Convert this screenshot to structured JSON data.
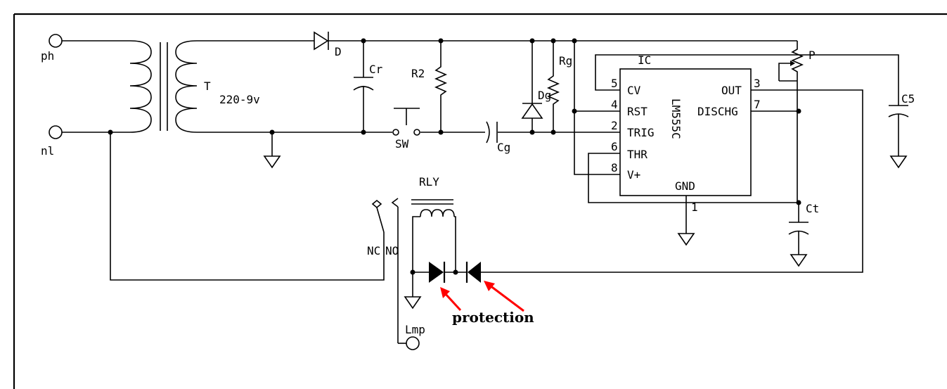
{
  "colors": {
    "wire": "#000000",
    "annotation_arrow": "#ff0000",
    "background": "#ffffff"
  },
  "terminals": {
    "phase": "ph",
    "neutral": "nl",
    "lamp": "Lmp"
  },
  "transformer": {
    "ref": "T",
    "rating": "220-9v"
  },
  "diode_d": {
    "ref": "D"
  },
  "capacitors": {
    "cr": "Cr",
    "cg": "Cg",
    "ct": "Ct",
    "c5": "C5"
  },
  "resistors": {
    "r2": "R2",
    "rg": "Rg"
  },
  "diode_dg": {
    "ref": "Dg"
  },
  "potentiometer": {
    "ref": "P"
  },
  "switch": {
    "ref": "SW"
  },
  "relay": {
    "ref": "RLY",
    "nc": "NC",
    "no": "NO"
  },
  "ic": {
    "ref": "IC",
    "part": "LM555C",
    "pins": [
      {
        "num": "5",
        "name": "CV"
      },
      {
        "num": "4",
        "name": "RST"
      },
      {
        "num": "2",
        "name": "TRIG"
      },
      {
        "num": "6",
        "name": "THR"
      },
      {
        "num": "8",
        "name": "V+"
      },
      {
        "num": "3",
        "name": "OUT"
      },
      {
        "num": "7",
        "name": "DISCHG"
      },
      {
        "num": "1",
        "name": "GND"
      }
    ]
  },
  "annotation": {
    "text": "protection"
  },
  "icons": [
    "ground-icon",
    "diode-icon",
    "junction-dot-icon",
    "arrow-icon"
  ]
}
